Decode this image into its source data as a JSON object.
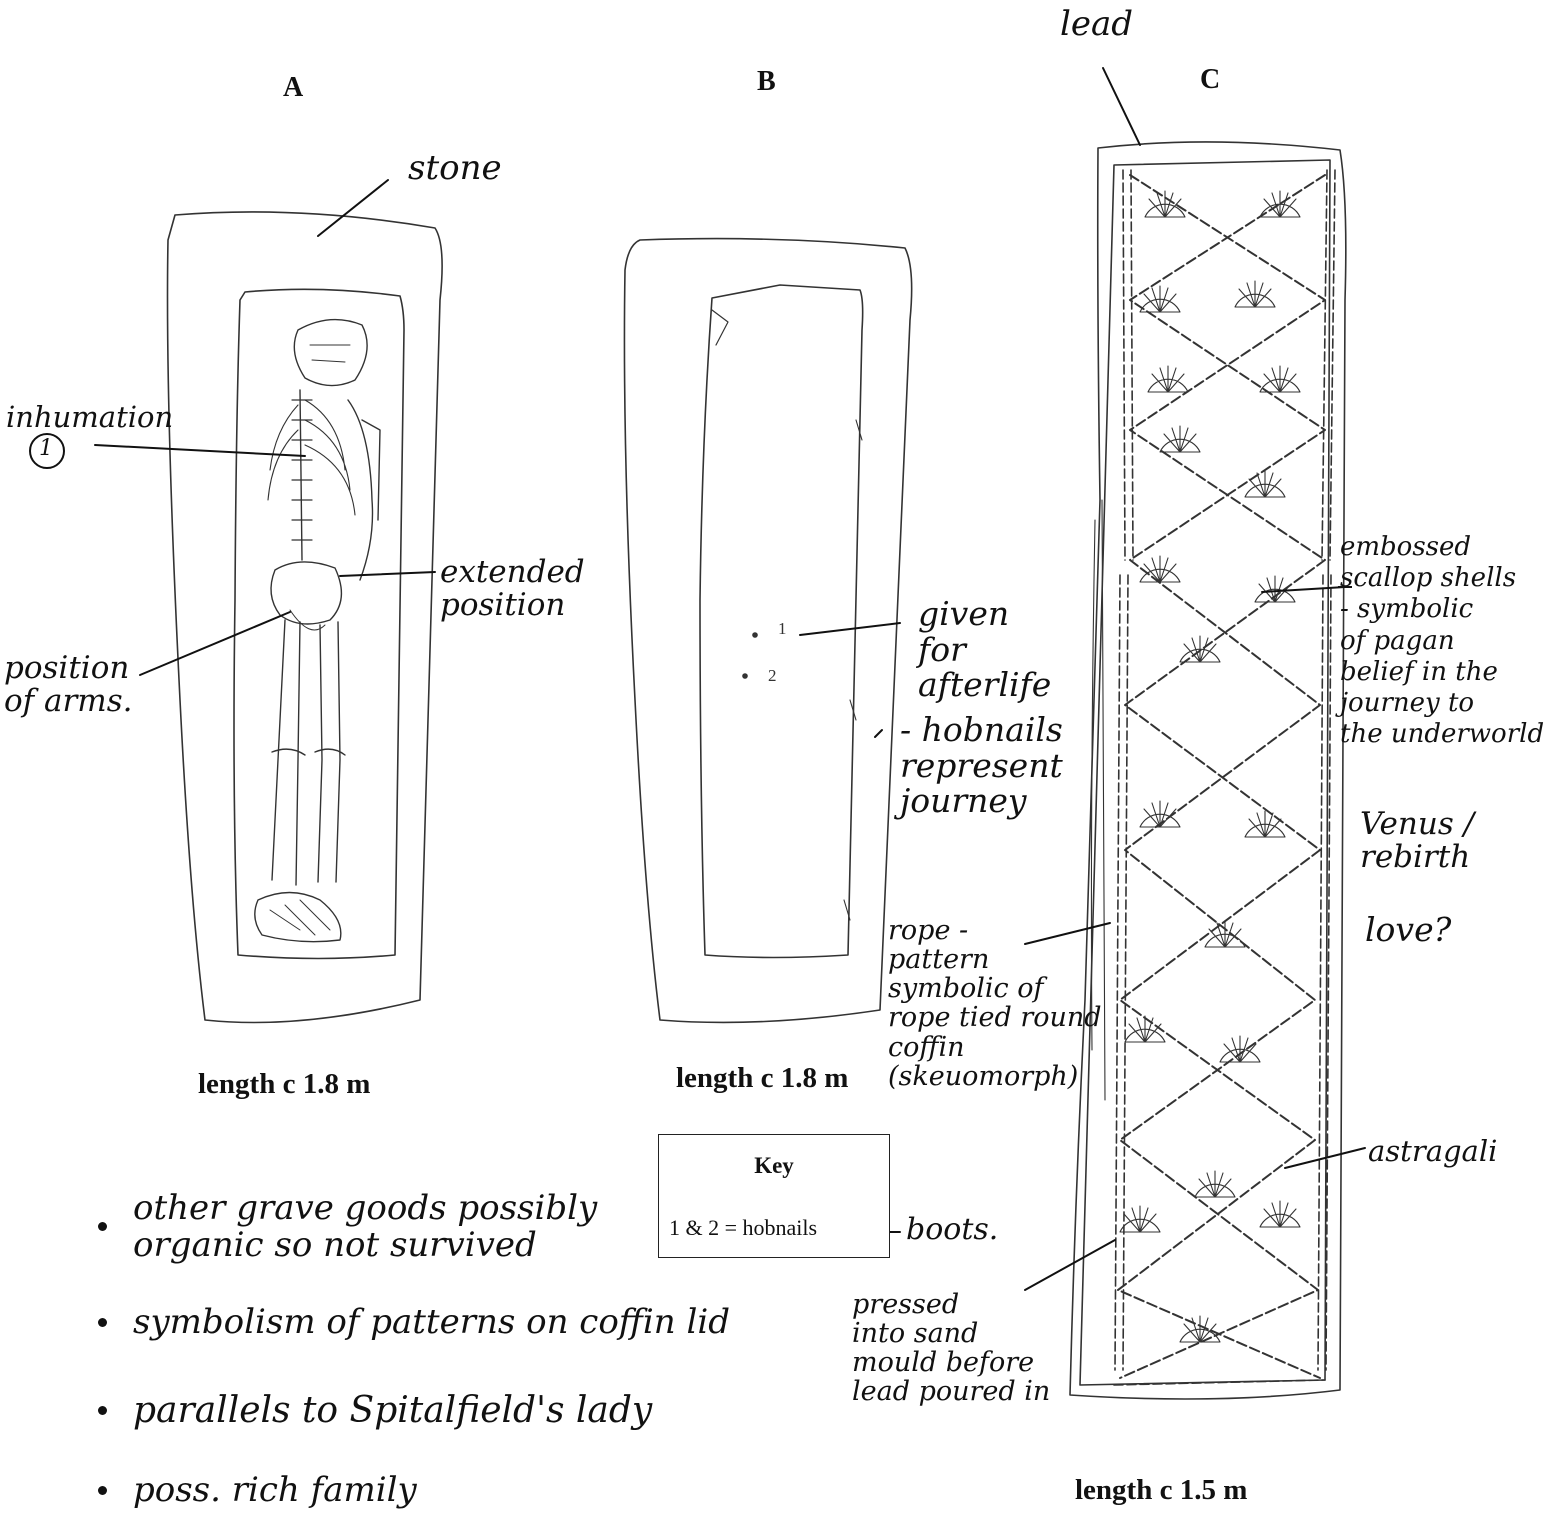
{
  "panels": {
    "a": {
      "letter": "A",
      "length": "length c 1.8 m"
    },
    "b": {
      "letter": "B",
      "length": "length c 1.8 m"
    },
    "c": {
      "letter": "C",
      "length": "length c 1.5 m"
    }
  },
  "annotations": {
    "lead": "lead",
    "stone": "stone",
    "inhumation": "inhumation",
    "inhumation_number": "1",
    "extended_position": "extended\nposition",
    "position_of_arms": "position\nof arms.",
    "hobnail_1": "1",
    "hobnail_2": "2",
    "given_for_afterlife": "given\nfor\nafterlife",
    "hobnails_represent": "- hobnails\nrepresent\njourney",
    "embossed": "embossed\nscallop shells\n- symbolic\nof pagan\nbelief in the\njourney to\nthe underworld",
    "venus": "Venus /\nrebirth",
    "love": "love?",
    "rope_pattern": "rope -\npattern\nsymbolic of\nrope tied round\ncoffin\n(skeuomorph)",
    "astragali": "astragali",
    "pressed": "pressed\ninto sand\nmould before\nlead poured in",
    "boots": "boots."
  },
  "key": {
    "title": "Key",
    "entry": "1 & 2 = hobnails"
  },
  "notes": [
    "other grave goods possibly\norganic so not survived",
    "symbolism of patterns on coffin lid",
    "parallels to Spitalfield's lady",
    "poss. rich family"
  ]
}
